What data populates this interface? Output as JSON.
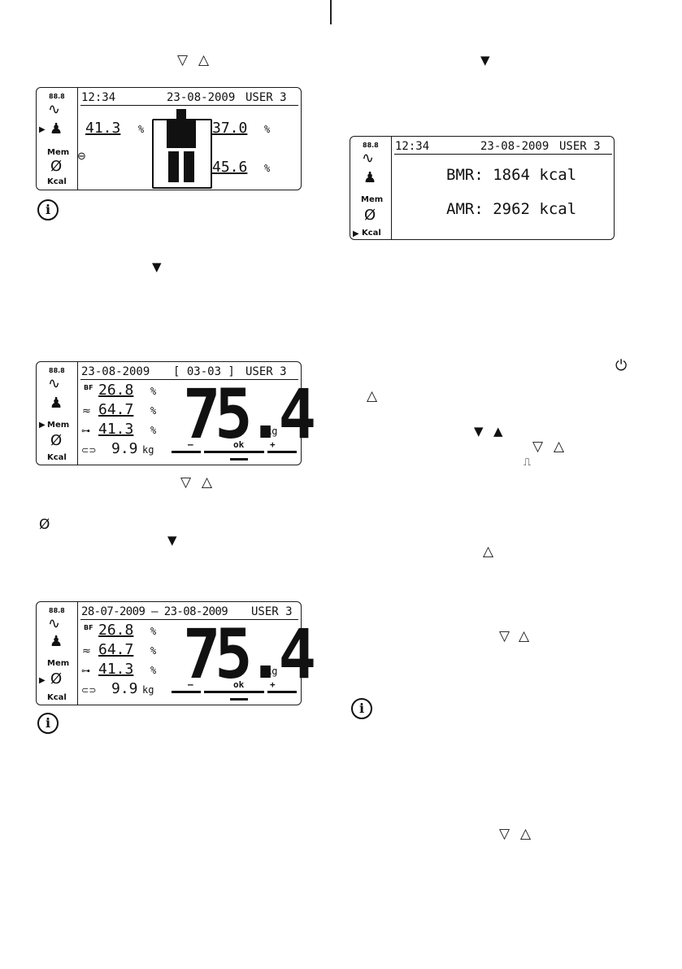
{
  "lcd_symbols": {
    "digits": "88.8",
    "mem": "Mem",
    "kcal": "Kcal",
    "empty_set": "Ø",
    "bf": "BF"
  },
  "screen1": {
    "time": "12:34",
    "date": "23-08-2009",
    "user": "USER 3",
    "left_value": "41.3",
    "right_top_value": "37.0",
    "right_bottom_value": "45.6",
    "percent": "%"
  },
  "screen2": {
    "date": "23-08-2009",
    "count": "[ 03-03 ]",
    "user": "USER 3",
    "bf_value": "26.8",
    "water_value": "64.7",
    "muscle_value": "41.3",
    "bone_value": "9.9",
    "percent": "%",
    "bone_unit": "kg",
    "weight": "75.4",
    "weight_unit": "kg",
    "minus": "–",
    "ok": "ok",
    "plus": "+"
  },
  "screen3": {
    "date_range": "28-07-2009 – 23-08-2009",
    "user": "USER 3",
    "bf_value": "26.8",
    "water_value": "64.7",
    "muscle_value": "41.3",
    "bone_value": "9.9",
    "percent": "%",
    "bone_unit": "kg",
    "weight": "75.4",
    "weight_unit": "kg",
    "minus": "–",
    "ok": "ok",
    "plus": "+"
  },
  "screen4": {
    "time": "12:34",
    "date": "23-08-2009",
    "user": "USER 3",
    "bmr": "BMR: 1864 kcal",
    "amr": "AMR: 2962 kcal"
  },
  "glyphs": {
    "down_outline": "▽",
    "up_outline": "△",
    "down_filled": "▼",
    "up_filled": "▲",
    "power": "⏻",
    "scale": "⎍",
    "empty_set": "Ø"
  }
}
